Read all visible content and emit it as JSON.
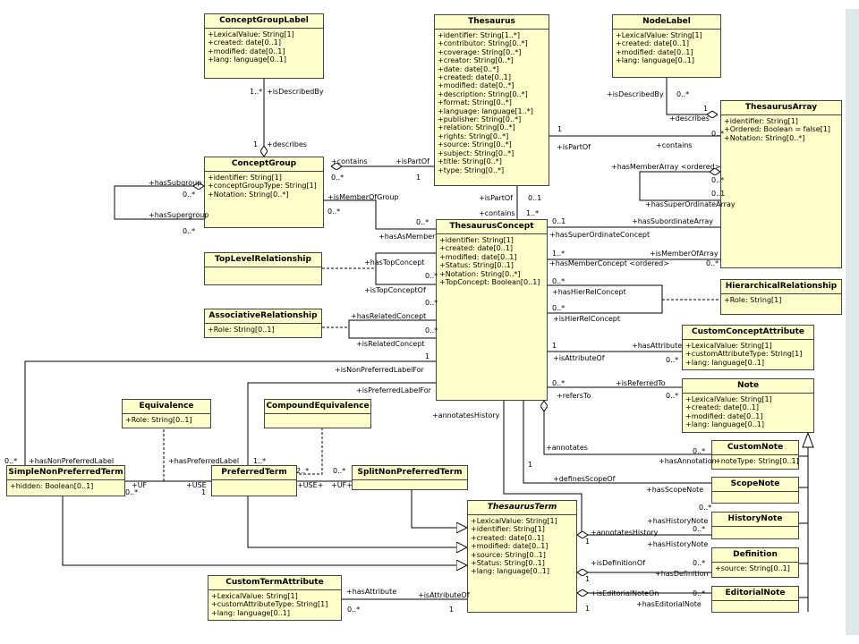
{
  "classes": {
    "concept_group_label": {
      "name": "ConceptGroupLabel",
      "attributes": [
        "+LexicalValue: String[1]",
        "+created: date[0..1]",
        "+modified: date[0..1]",
        "+lang: language[0..1]"
      ]
    },
    "thesaurus": {
      "name": "Thesaurus",
      "attributes": [
        "+identifier: String[1..*]",
        "+contributor: String[0..*]",
        "+coverage: String[0..*]",
        "+creator: String[0..*]",
        "+date: date[0..*]",
        "+created: date[0..1]",
        "+modified: date[0..*]",
        "+description: String[0..*]",
        "+format: String[0..*]",
        "+language: language[1..*]",
        "+publisher: String[0..*]",
        "+relation: String[0..*]",
        "+rights: String[0..*]",
        "+source: String[0..*]",
        "+subject: String[0..*]",
        "+title: String[0..*]",
        "+type: String[0..*]"
      ]
    },
    "node_label": {
      "name": "NodeLabel",
      "attributes": [
        "+LexicalValue: String[1]",
        "+created: date[0..1]",
        "+modified: date[0..1]",
        "+lang: language[0..1]"
      ]
    },
    "thesaurus_array": {
      "name": "ThesaurusArray",
      "attributes": [
        "+identifier: String[1]",
        "+Ordered: Boolean = false[1]",
        "+Notation: String[0..*]"
      ]
    },
    "concept_group": {
      "name": "ConceptGroup",
      "attributes": [
        "+identifier: String[1]",
        "+conceptGroupType: String[1]",
        "+Notation: String[0..*]"
      ]
    },
    "thesaurus_concept": {
      "name": "ThesaurusConcept",
      "attributes": [
        "+identifier: String[1]",
        "+created: date[0..1]",
        "+modified: date[0..1]",
        "+Status: String[0..1]",
        "+Notation: String[0..*]",
        "+TopConcept: Boolean[0..1]"
      ]
    },
    "top_level_relationship": {
      "name": "TopLevelRelationship",
      "attributes": []
    },
    "hierarchical_relationship": {
      "name": "HierarchicalRelationship",
      "attributes": [
        "+Role: String[1]"
      ]
    },
    "associative_relationship": {
      "name": "AssociativeRelationship",
      "attributes": [
        "+Role: String[0..1]"
      ]
    },
    "custom_concept_attribute": {
      "name": "CustomConceptAttribute",
      "attributes": [
        "+LexicalValue: String[1]",
        "+customAttributeType: String[1]",
        "+lang: language[0..1]"
      ]
    },
    "note": {
      "name": "Note",
      "attributes": [
        "+LexicalValue: String[1]",
        "+created: date[0..1]",
        "+modified: date[0..1]",
        "+lang: language[0..1]"
      ]
    },
    "equivalence": {
      "name": "Equivalence",
      "attributes": [
        "+Role: String[0..1]"
      ]
    },
    "compound_equivalence": {
      "name": "CompoundEquivalence",
      "attributes": []
    },
    "simple_non_preferred_term": {
      "name": "SimpleNonPreferredTerm",
      "attributes": [
        "+hidden: Boolean[0..1]"
      ]
    },
    "preferred_term": {
      "name": "PreferredTerm",
      "attributes": []
    },
    "split_non_preferred_term": {
      "name": "SplitNonPreferredTerm",
      "attributes": []
    },
    "custom_note": {
      "name": "CustomNote",
      "attributes": [
        "+noteType: String[0..1]"
      ]
    },
    "scope_note": {
      "name": "ScopeNote",
      "attributes": []
    },
    "history_note": {
      "name": "HistoryNote",
      "attributes": []
    },
    "definition": {
      "name": "Definition",
      "attributes": [
        "+source: String[0..1]"
      ]
    },
    "editorial_note": {
      "name": "EditorialNote",
      "attributes": []
    },
    "thesaurus_term": {
      "name": "ThesaurusTerm",
      "attributes": [
        "+LexicalValue: String[1]",
        "+identifier: String[1]",
        "+created: date[0..1]",
        "+modified: date[0..1]",
        "+source: String[0..1]",
        "+Status: String[0..1]",
        "+lang: language[0..1]"
      ]
    },
    "custom_term_attribute": {
      "name": "CustomTermAttribute",
      "attributes": [
        "+LexicalValue: String[1]",
        "+customAttributeType: String[1]",
        "+lang: language[0..1]"
      ]
    }
  },
  "labels": [
    "1..*",
    "+isDescribedBy",
    "1",
    "+describes",
    "+contains",
    "0..*",
    "+isPartOf",
    "1",
    "+isDescribedBy",
    "0..*",
    "1",
    "+describes",
    "1",
    "0..*",
    "+isPartOf",
    "+contains",
    "+hasMemberArray <ordered>",
    "0..*",
    "0..1",
    "+hasSuperOrdinateArray",
    "+hasSubgroup",
    "0..*",
    "+hasSupergroup",
    "0..*",
    "+isMemberOfGroup",
    "0..*",
    "0..*",
    "+hasAsMember",
    "+isPartOf",
    "0..1",
    "+contains",
    "1..*",
    "0..1",
    "+hasSubordinateArray",
    "+hasSuperOrdinateConcept",
    "1..*",
    "+isMemberOfArray",
    "+hasMemberConcept <ordered>",
    "0..*",
    "0..*",
    "+hasTopConcept",
    "0..*",
    "+isTopConceptOf",
    "0..*",
    "+hasHierRelConcept",
    "0..*",
    "+isHierRelConcept",
    "+hasRelatedConcept",
    "0..*",
    "+isRelatedConcept",
    "1",
    "+hasAttribute",
    "+isAttributeOf",
    "0..*",
    "1",
    "+isNonPreferredLabelFor",
    "+isPreferredLabelFor",
    "0..*",
    "+isReferredTo",
    "+refersTo",
    "0..*",
    "+annotatesHistory",
    "+annotates",
    "0..*",
    "+hasAnnotation",
    "1",
    "+definesScopeOf",
    "+hasScopeNote",
    "0..*",
    "0..*",
    "+hasNonPreferredLabel",
    "+hasPreferredLabel",
    "1..*",
    "2..*",
    "0..*",
    "+UF",
    "0..*",
    "+USE",
    "1",
    "+USE+",
    "+UF+",
    "+annotatesHistory",
    "0..*",
    "1",
    "+hasHistoryNote",
    "+hasHistoryNote",
    "+isDefinitionOf",
    "0..*",
    "1",
    "+hasDefinition",
    "+isEditorialNoteOn",
    "0..*",
    "1",
    "+hasEditorialNote",
    "+hasAttribute",
    "+isAttributeOf",
    "0..*",
    "1"
  ]
}
